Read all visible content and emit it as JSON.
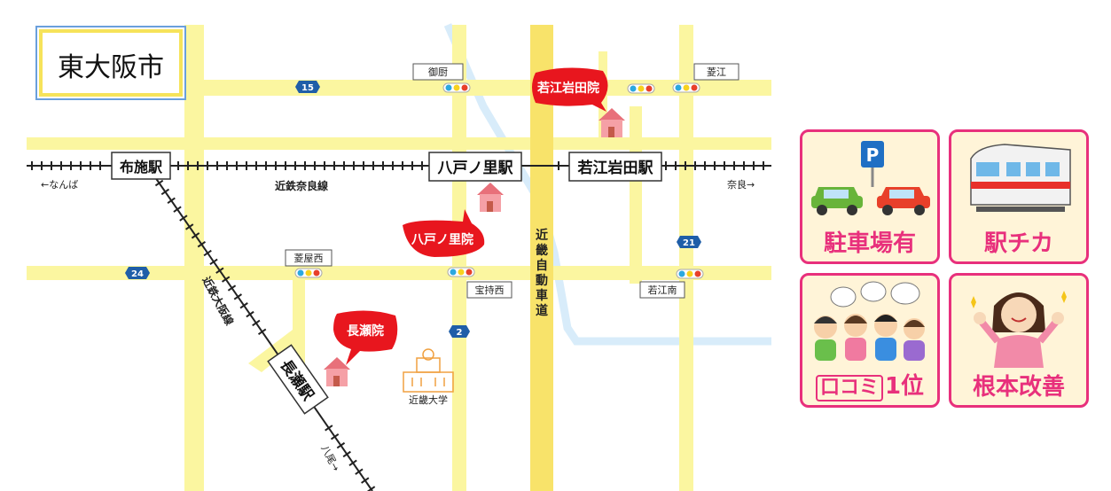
{
  "city_title": "東大阪市",
  "routes": {
    "r15": "15",
    "r24": "24",
    "r21": "21",
    "r2": "2"
  },
  "stations": {
    "fuse": "布施駅",
    "yaenosato": "八戸ノ里駅",
    "wakaeiwata": "若江岩田駅",
    "nagase": "長瀬駅"
  },
  "clinics": {
    "wakaeiwata": "若江岩田院",
    "yaenosato": "八戸ノ里院",
    "nagase": "長瀬院"
  },
  "intersections": {
    "mikuriya": "御厨",
    "hishie": "菱江",
    "hishiyanishi": "菱屋西",
    "hojinishi": "宝持西",
    "wakaeminami": "若江南"
  },
  "rail": {
    "kintetsu_nara": "近鉄奈良線",
    "kintetsu_osaka": "近鉄大阪線",
    "to_namba": "←なんば",
    "to_nara": "奈良→",
    "to_yao": "八尾→"
  },
  "expressway": "近畿自動車道",
  "university": "近畿大学",
  "features": {
    "parking": "駐車場有",
    "station": "駅チカ",
    "reviews_box": "口コミ",
    "reviews_rank": "1位",
    "improvement": "根本改善"
  },
  "colors": {
    "road": "#fbf6a0",
    "expressway": "#f8e36a",
    "clinic_bubble": "#e8161e",
    "house": "#f08c94",
    "accent": "#e8307c"
  }
}
